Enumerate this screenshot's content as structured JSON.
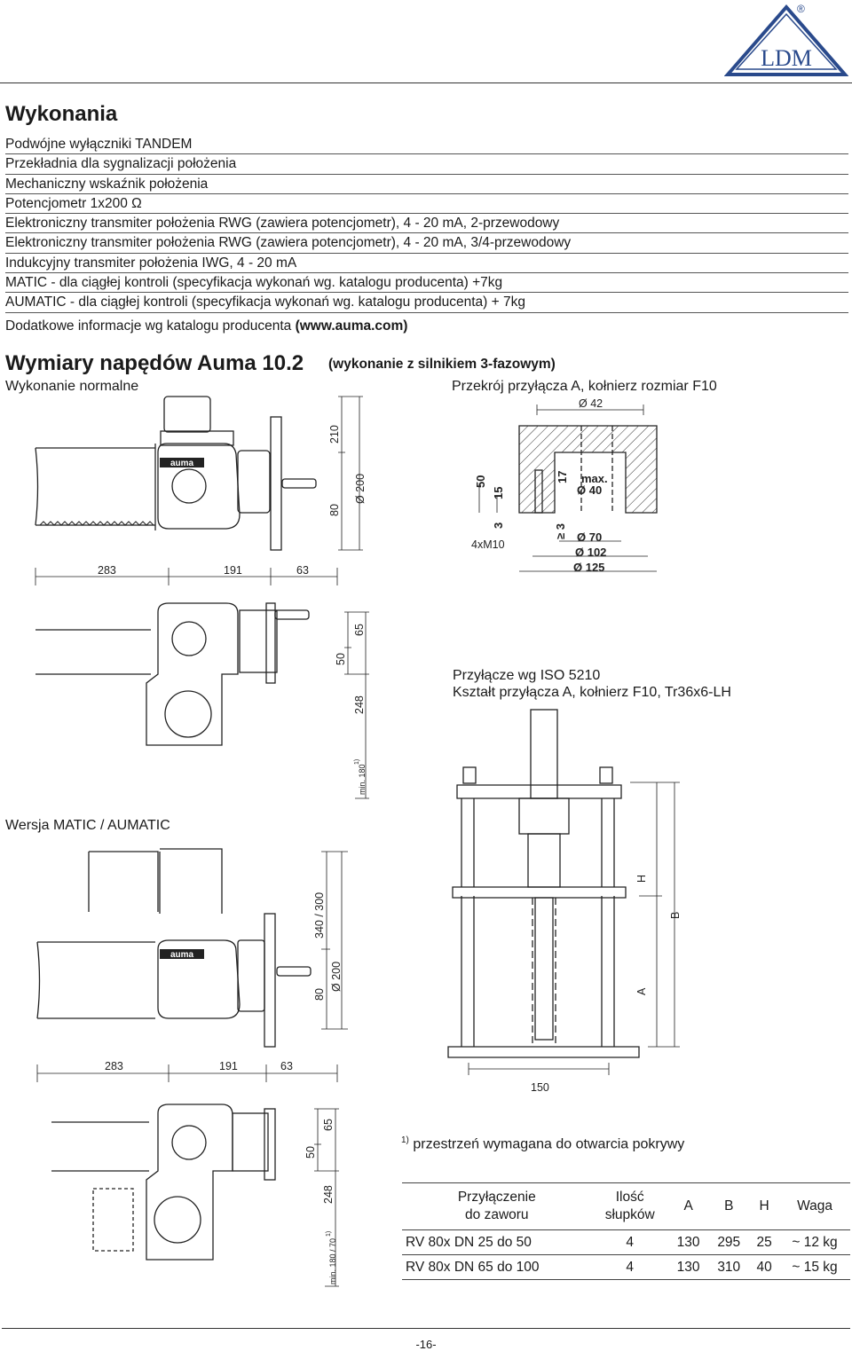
{
  "brand": {
    "name": "LDM",
    "registered": "®",
    "color": "#2a4a8c"
  },
  "header": {
    "title": "Wykonania"
  },
  "options": [
    "Podwójne wyłączniki TANDEM",
    "Przekładnia dla sygnalizacji położenia",
    "Mechaniczny wskaźnik położenia",
    "Potencjometr 1x200 Ω",
    "Elektroniczny transmiter położenia RWG (zawiera potencjometr), 4 - 20 mA, 2-przewodowy",
    "Elektroniczny transmiter położenia RWG (zawiera potencjometr), 4 - 20 mA, 3/4-przewodowy",
    "Indukcyjny transmiter położenia IWG, 4 - 20 mA",
    "MATIC - dla ciągłej kontroli (specyfikacja wykonań wg. katalogu producenta) +7kg",
    "AUMATIC - dla ciągłej kontroli (specyfikacja wykonań wg. katalogu producenta) + 7kg"
  ],
  "info_note": {
    "text": "Dodatkowe informacje wg katalogu producenta ",
    "link": "(www.auma.com)"
  },
  "dimensions_section": {
    "title": "Wymiary napędów Auma 10.2",
    "subtitle": "(wykonanie z silnikiem 3-fazowym)",
    "normal_label": "Wykonanie normalne",
    "matic_label": "Wersja MATIC / AUMATIC",
    "section_label": "Przekrój przyłącza A, kołnierz rozmiar F10",
    "connection_line1": "Przyłącze wg ISO 5210",
    "connection_line2": "Kształt przyłącza A, kołnierz F10, Tr36x6-LH"
  },
  "drawing_labels": {
    "brand_plate": "auma",
    "d210": "210",
    "d80": "80",
    "d200": "Ø 200",
    "d283": "283",
    "d191": "191",
    "d63": "63",
    "d65": "65",
    "d50": "50",
    "d248": "248",
    "min180": "min. 180",
    "min180_70": "min. 180 / 70",
    "fn": "1)",
    "d340": "340 / 300",
    "sec_d42": "Ø 42",
    "sec_50": "50",
    "sec_15": "15",
    "sec_3": "3",
    "sec_17": "17",
    "sec_max": "max.",
    "sec_d40": "Ø 40",
    "sec_ge3": "≥ 3",
    "sec_4xm10": "4xM10",
    "sec_d70": "Ø 70",
    "sec_d102": "Ø 102",
    "sec_d125": "Ø 125",
    "frame_h": "H",
    "frame_b": "B",
    "frame_a": "A",
    "frame_150": "150"
  },
  "footnote": {
    "mark": "1)",
    "text": "przestrzeń wymagana do otwarcia pokrywy"
  },
  "table": {
    "headers": [
      [
        "Przyłączenie",
        "do zaworu"
      ],
      [
        "Ilość",
        "słupków"
      ],
      [
        "A"
      ],
      [
        "B"
      ],
      [
        "H"
      ],
      [
        "Waga"
      ]
    ],
    "rows": [
      [
        "RV 80x DN 25 do 50",
        "4",
        "130",
        "295",
        "25",
        "~ 12 kg"
      ],
      [
        "RV 80x DN 65 do 100",
        "4",
        "130",
        "310",
        "40",
        "~ 15 kg"
      ]
    ]
  },
  "page": {
    "number": "-16-"
  }
}
